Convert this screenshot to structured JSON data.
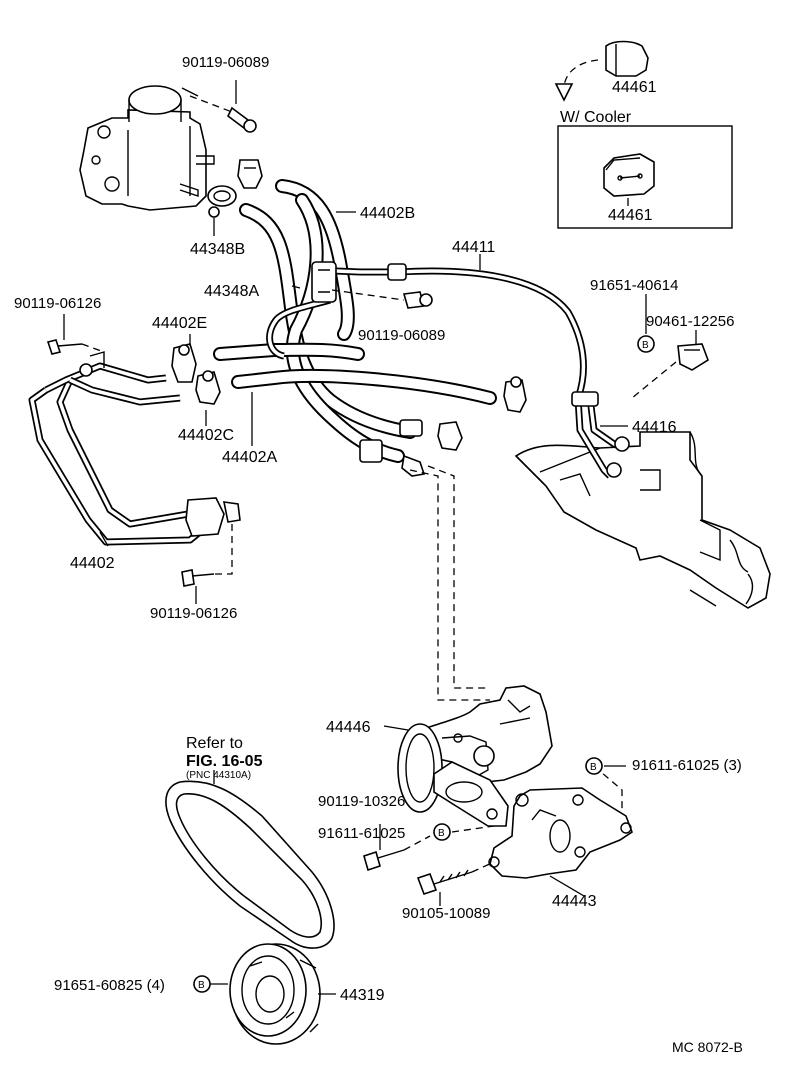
{
  "labels": {
    "p90119_06089_top": "90119-06089",
    "p44461_top": "44461",
    "w_cooler": "W/ Cooler",
    "p44461_box": "44461",
    "p44402b": "44402B",
    "p44348b": "44348B",
    "p44411": "44411",
    "p44348a": "44348A",
    "p90119_06126_left": "90119-06126",
    "p44402e": "44402E",
    "p90119_06089_mid": "90119-06089",
    "p91651_40614": "91651-40614",
    "p90461_12256": "90461-12256",
    "badge_b_1": "B",
    "p44416": "44416",
    "p44402c": "44402C",
    "p44402a": "44402A",
    "p44402": "44402",
    "p90119_06126_bottom": "90119-06126",
    "refer_to": "Refer to",
    "fig_ref": "FIG. 16-05",
    "pnc_ref": "(PNC 44310A)",
    "p44446": "44446",
    "p90119_10326": "90119-10326",
    "p91611_61025_3": "91611-61025 (3)",
    "badge_b_2": "B",
    "p91611_61025": "91611-61025",
    "badge_b_3": "B",
    "p90105_10089": "90105-10089",
    "p44443": "44443",
    "p91651_60825": "91651-60825 (4)",
    "badge_b_4": "B",
    "p44319": "44319",
    "diagram_code": "MC  8072-B"
  }
}
